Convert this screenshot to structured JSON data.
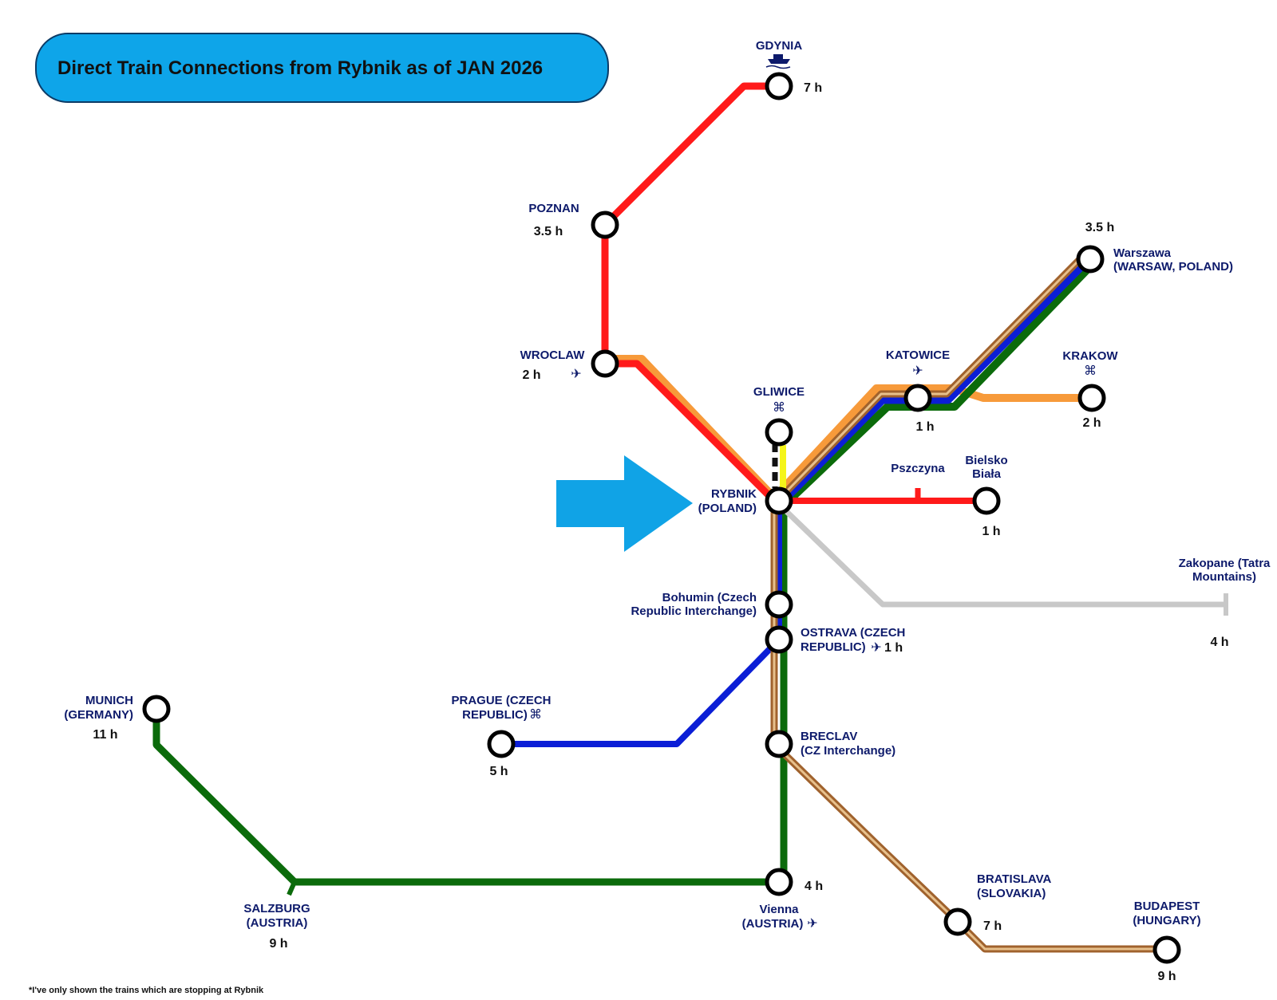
{
  "title": "Direct Train Connections from Rybnik as of JAN 2026",
  "footnote": "*I've only shown the trains which are stopping at Rybnik",
  "colors": {
    "red": "#ff1a1a",
    "orange": "#f79a3a",
    "blue": "#0b1ed6",
    "green": "#0b6b0b",
    "gray": "#c8c8c8",
    "yellow": "#f5f51a",
    "brown": "#a0622d",
    "tan": "#e7c08c",
    "header_bg": "#0ea5e9",
    "arrow": "#10a3e6",
    "label_text": "#0d1a6b"
  },
  "icons": {
    "airport": "airport-icon",
    "port": "ship-icon",
    "interest": "place-of-interest-icon"
  },
  "stations": {
    "gdynia": {
      "name": "GDYNIA",
      "time": "7 h"
    },
    "poznan": {
      "name": "POZNAN",
      "time": "3.5 h"
    },
    "wroclaw": {
      "name": "WROCLAW",
      "time": "2 h"
    },
    "gliwice": {
      "name": "GLIWICE"
    },
    "katowice": {
      "name": "KATOWICE",
      "time": "1 h"
    },
    "warszawa": {
      "name_line1": "Warszawa",
      "name_line2": "(WARSAW, POLAND)",
      "time": "3.5 h"
    },
    "krakow": {
      "name": "KRAKOW",
      "time": "2 h"
    },
    "rybnik": {
      "name_line1": "RYBNIK",
      "name_line2": "(POLAND)"
    },
    "pszczyna": {
      "name": "Pszczyna"
    },
    "bielsko": {
      "name_line1": "Bielsko",
      "name_line2": "Biała",
      "time": "1 h"
    },
    "zakopane": {
      "name_line1": "Zakopane (Tatra",
      "name_line2": "Mountains)",
      "time": "4 h"
    },
    "bohumin": {
      "name_line1": "Bohumin (Czech",
      "name_line2": "Republic Interchange)"
    },
    "ostrava": {
      "name_line1": "OSTRAVA (CZECH",
      "name_line2": "REPUBLIC)",
      "time": "1 h"
    },
    "prague": {
      "name_line1": "PRAGUE (CZECH",
      "name_line2": "REPUBLIC)",
      "time": "5 h"
    },
    "munich": {
      "name_line1": "MUNICH",
      "name_line2": "(GERMANY)",
      "time": "11 h"
    },
    "breclav": {
      "name_line1": "BRECLAV",
      "name_line2": "(CZ Interchange)"
    },
    "salzburg": {
      "name_line1": "SALZBURG",
      "name_line2": "(AUSTRIA)",
      "time": "9 h"
    },
    "vienna": {
      "name_line1": "Vienna",
      "name_line2": "(AUSTRIA)",
      "time": "4 h"
    },
    "bratislava": {
      "name_line1": "BRATISLAVA",
      "name_line2": "(SLOVAKIA)",
      "time": "7 h"
    },
    "budapest": {
      "name_line1": "BUDAPEST",
      "name_line2": "(HUNGARY)",
      "time": "9 h"
    }
  }
}
